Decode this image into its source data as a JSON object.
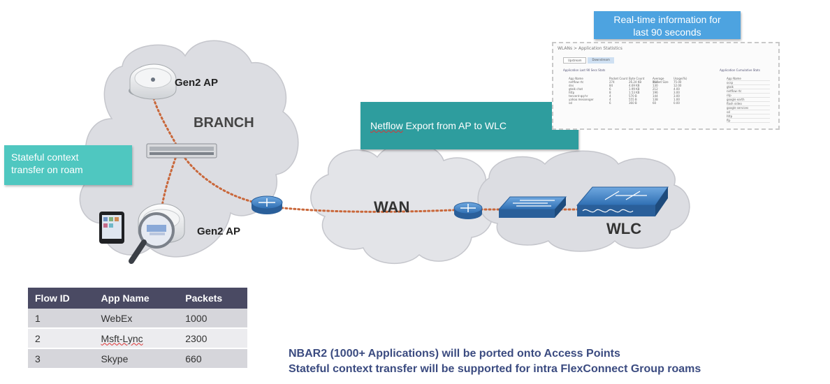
{
  "callouts": {
    "context_transfer": [
      "Stateful context",
      "transfer on roam"
    ],
    "netflow_prefix": "Netflow",
    "netflow_rest": " Export from AP to WLC",
    "realtime": [
      "Real-time information for",
      "last 90 seconds"
    ]
  },
  "labels": {
    "branch": "BRANCH",
    "wan": "WAN",
    "wlc": "WLC",
    "ap_top": "Gen2 AP",
    "ap_bottom": "Gen2 AP"
  },
  "flow_table": {
    "headers": [
      "Flow ID",
      "App Name",
      "Packets"
    ],
    "rows": [
      [
        "1",
        "WebEx",
        "1000"
      ],
      [
        "2",
        "Msft-Lync",
        "2300"
      ],
      [
        "3",
        "Skype",
        "660"
      ]
    ]
  },
  "notes": [
    "NBAR2 (1000+ Applications) will be ported onto Access Points",
    "Stateful context transfer will be supported for intra FlexConnect Group roams"
  ],
  "stats_screenshot": {
    "title": "WLANs > Application Statistics",
    "tabs": [
      "Upstream",
      "Downstream"
    ],
    "left_heading": "Application Last 90 Secs Stats",
    "right_heading": "Application Cumulative Stats",
    "columns": [
      "App Name",
      "Packet Count",
      "Byte Count",
      "Average Packet Size",
      "Usage(%)"
    ],
    "rows": [
      [
        "netflow rtc",
        "274",
        "26.24 KB",
        "110",
        "75.00"
      ],
      [
        "dns",
        "84",
        "4.69 KB",
        "130",
        "12.00"
      ],
      [
        "gtalk chat",
        "6",
        "1.99 KB",
        "212",
        "4.00"
      ],
      [
        "http",
        "8",
        "1.53 KB",
        "196",
        "3.00"
      ],
      [
        "tencent-qq-hr",
        "4",
        "570 B",
        "144",
        "3.00"
      ],
      [
        "yahoo messenger",
        "4",
        "555 B",
        "138",
        "1.00"
      ],
      [
        "ssl",
        "6",
        "360 B",
        "60",
        "0.00"
      ]
    ],
    "side_title": "App Name",
    "side_items": [
      "ocsp",
      "gtalk",
      "netflow rtc",
      "ntp",
      "google earth",
      "flash video",
      "google services",
      "ssl",
      "http",
      "ftp"
    ]
  },
  "colors": {
    "cloud_fill": "#dcdde2",
    "dotted_link": "#c9673a",
    "netflow_box": "#2e9d9e",
    "context_box": "#4fc7c0",
    "realtime_box": "#4da3e0",
    "router_blue": "#3d7fc4",
    "notes_text": "#3b4b80",
    "table_header": "#4a4a63"
  },
  "icons": [
    "access-point-icon",
    "switch-icon",
    "router-icon",
    "wlc-icon",
    "tablet-icon",
    "magnifier-icon"
  ]
}
